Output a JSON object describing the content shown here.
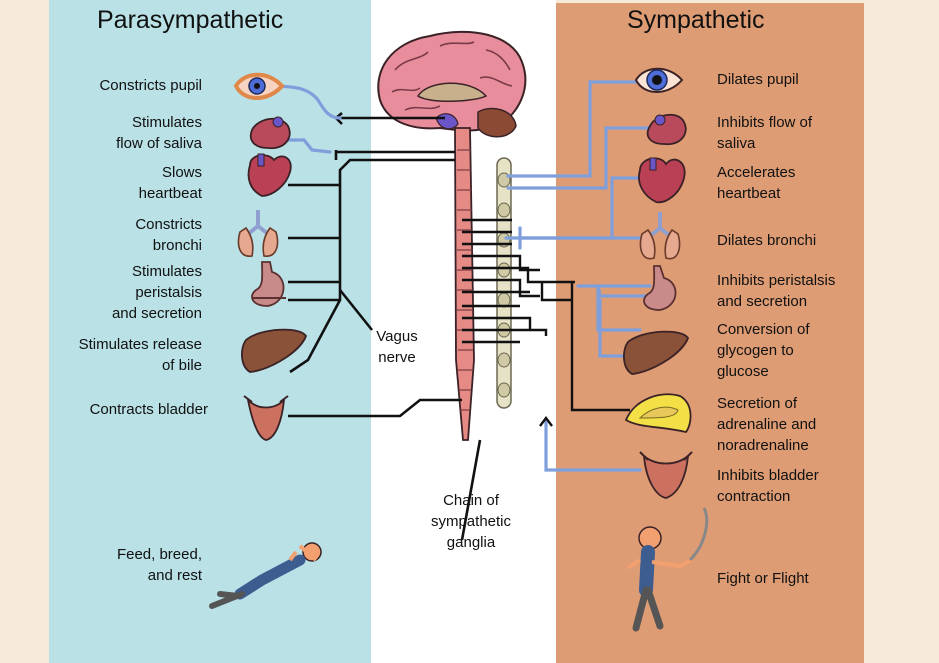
{
  "parasympathetic": {
    "title": "Parasympathetic",
    "items": {
      "pupil": "Constricts pupil",
      "saliva": "Stimulates\nflow of saliva",
      "heart": "Slows\nheartbeat",
      "bronchi": "Constricts\nbronchi",
      "peristalsis": "Stimulates\nperistalsis\nand secretion",
      "bile": "Stimulates release\nof bile",
      "bladder": "Contracts bladder"
    },
    "state": "Feed, breed,\nand rest"
  },
  "sympathetic": {
    "title": "Sympathetic",
    "items": {
      "pupil": "Dilates pupil",
      "saliva": "Inhibits flow of\nsaliva",
      "heart": "Accelerates\nheartbeat",
      "bronchi": "Dilates bronchi",
      "peristalsis": "Inhibits peristalsis\nand secretion",
      "glycogen": "Conversion of\nglycogen to\nglucose",
      "adrenaline": "Secretion of\nadrenaline and\nnoradrenaline",
      "bladder": "Inhibits bladder\ncontraction"
    },
    "state": "Fight or Flight"
  },
  "center": {
    "vagus": "Vagus\nnerve",
    "ganglia": "Chain of\nsympathetic\nganglia"
  },
  "colors": {
    "para_panel": "#b9e1e6",
    "symp_panel": "#de9c74",
    "background": "#f5ead9",
    "nerve_black": "#111111",
    "nerve_blue": "#7f9fdc"
  },
  "icons": [
    "eye-icon",
    "salivary-gland-icon",
    "heart-icon",
    "lungs-icon",
    "stomach-icon",
    "liver-icon",
    "bladder-icon",
    "adrenal-gland-icon",
    "brain-icon",
    "spinal-cord-icon",
    "relaxed-person-icon",
    "fighting-person-icon"
  ]
}
